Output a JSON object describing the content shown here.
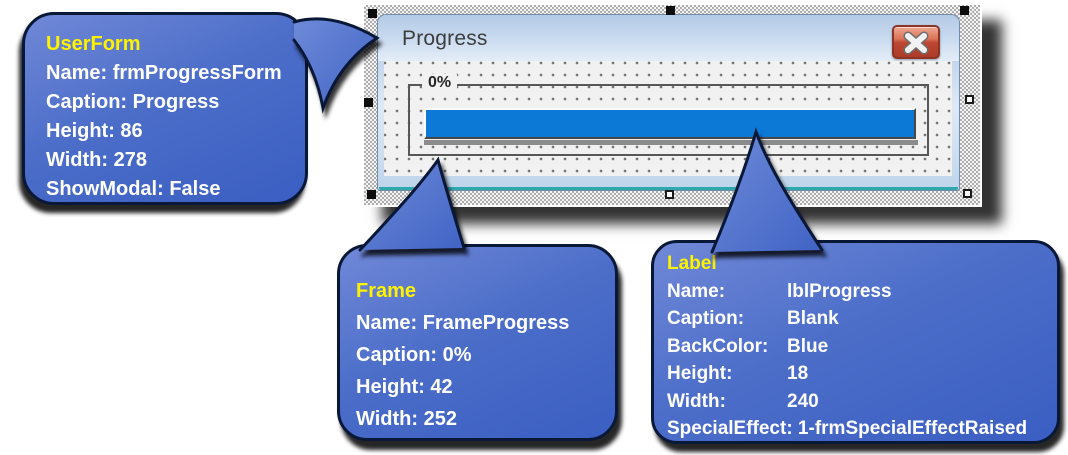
{
  "designer": {
    "window": {
      "title": "Progress"
    },
    "frame": {
      "caption": "0%"
    }
  },
  "callouts": {
    "userform": {
      "title": "UserForm",
      "lines": [
        "Name: frmProgressForm",
        "Caption: Progress",
        "Height: 86",
        "Width: 278",
        "ShowModal: False"
      ]
    },
    "frame": {
      "title": "Frame",
      "lines": [
        "Name: FrameProgress",
        "Caption: 0%",
        "Height: 42",
        "Width: 252"
      ]
    },
    "label": {
      "title": "Label",
      "rows": [
        {
          "key": "Name:",
          "value": "lblProgress"
        },
        {
          "key": "Caption:",
          "value": "Blank"
        },
        {
          "key": "BackColor:",
          "value": "Blue"
        },
        {
          "key": "Height:",
          "value": "18"
        },
        {
          "key": "Width:",
          "value": "240"
        }
      ],
      "footer": "SpecialEffect: 1-frmSpecialEffectRaised"
    }
  },
  "colors": {
    "callout_fill": "#4c6ec9",
    "callout_border": "#0a1838",
    "header_yellow": "#fff200",
    "progress_blue": "#0d79d7",
    "close_red": "#bc4733",
    "teal_edge": "#2fa9ae",
    "titlebar_blue": "#c6d8ee"
  }
}
